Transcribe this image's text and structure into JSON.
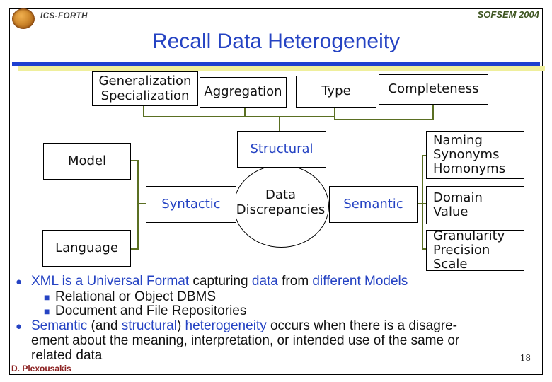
{
  "slide": {
    "org": "ICS-FORTH",
    "conference": "SOFSEM 2004",
    "title": "Recall Data Heterogeneity",
    "author": "D. Plexousakis",
    "page_number": "18"
  },
  "colors": {
    "accent_blue": "#2543c3",
    "title_rule_blue": "#1d3fd1",
    "title_rule_yellow": "#efef9c",
    "connector_olive": "#5a6f22",
    "conference_green": "#3d5420",
    "author_dark_red": "#8b2020",
    "body_text": "#111111"
  },
  "diagram": {
    "boxes": {
      "gen_spec": {
        "lines": [
          "Generalization",
          "Specialization"
        ]
      },
      "aggregation": {
        "lines": [
          "Aggregation"
        ]
      },
      "type": {
        "lines": [
          "Type"
        ]
      },
      "completeness": {
        "lines": [
          "Completeness"
        ]
      },
      "structural": {
        "lines": [
          "Structural"
        ]
      },
      "model": {
        "lines": [
          "Model"
        ]
      },
      "syntactic": {
        "lines": [
          "Syntactic"
        ]
      },
      "semantic": {
        "lines": [
          "Semantic"
        ]
      },
      "language": {
        "lines": [
          "Language"
        ]
      },
      "naming": {
        "lines": [
          "Naming",
          "Synonyms",
          "Homonyms"
        ]
      },
      "domain": {
        "lines": [
          "Domain",
          "Value"
        ]
      },
      "granularity": {
        "lines": [
          "Granularity",
          "Precision",
          "Scale"
        ]
      }
    },
    "ellipse": {
      "lines": [
        "Data",
        "Discrepancies"
      ]
    }
  },
  "bullets": {
    "round_marker": "●",
    "square_marker": "■",
    "lines": [
      {
        "type": "b1",
        "segments": [
          {
            "t": "XML is a Universal Format ",
            "c": "accent"
          },
          {
            "t": "capturing ",
            "c": "body"
          },
          {
            "t": "data ",
            "c": "accent"
          },
          {
            "t": "from ",
            "c": "body"
          },
          {
            "t": "different Models",
            "c": "accent"
          }
        ]
      },
      {
        "type": "b2",
        "segments": [
          {
            "t": "Relational or Object DBMS",
            "c": "body"
          }
        ]
      },
      {
        "type": "b2",
        "segments": [
          {
            "t": "Document and File Repositories",
            "c": "body"
          }
        ]
      },
      {
        "type": "b1",
        "segments": [
          {
            "t": "Semantic ",
            "c": "accent"
          },
          {
            "t": "(and ",
            "c": "body"
          },
          {
            "t": "structural",
            "c": "accent"
          },
          {
            "t": ") ",
            "c": "body"
          },
          {
            "t": "heterogeneity ",
            "c": "accent"
          },
          {
            "t": "occurs when there is a disagre-",
            "c": "body"
          }
        ]
      },
      {
        "type": "cont",
        "segments": [
          {
            "t": "ement about the meaning, interpretation, or intended use of the same or",
            "c": "body"
          }
        ]
      },
      {
        "type": "cont",
        "segments": [
          {
            "t": "related data",
            "c": "body"
          }
        ]
      }
    ]
  }
}
